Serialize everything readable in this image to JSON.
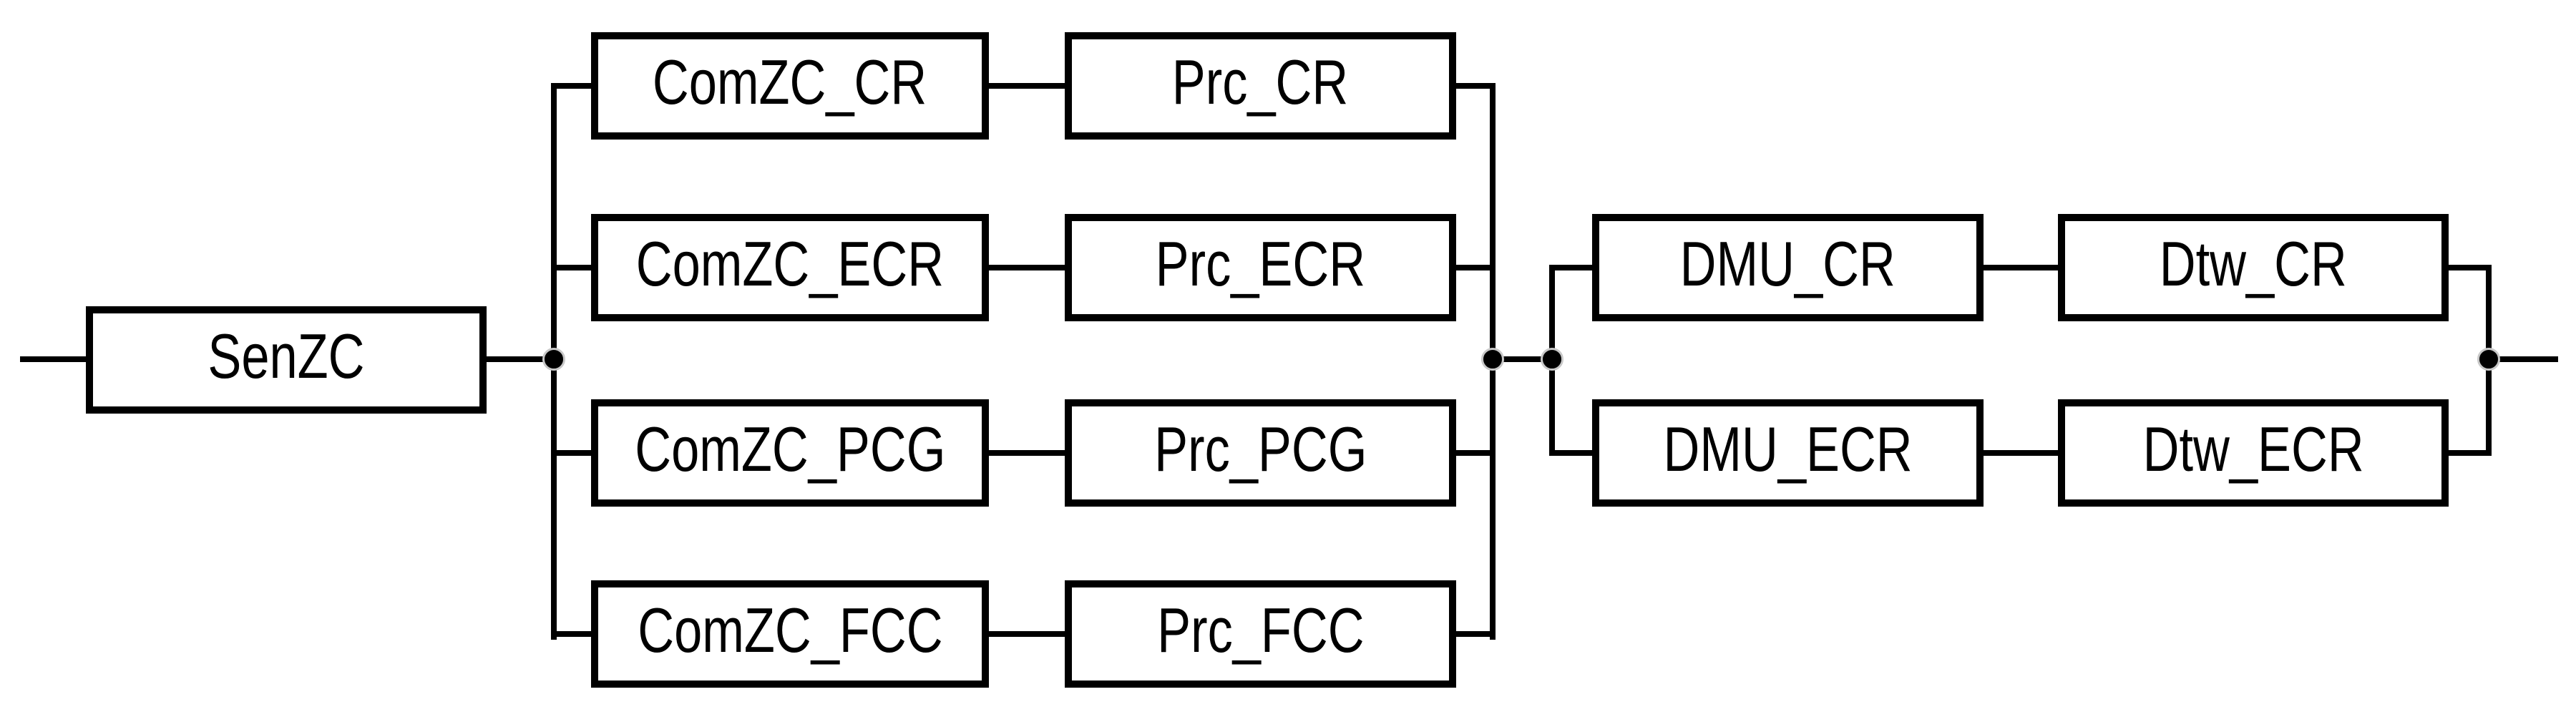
{
  "colors": {
    "background": "#ffffff",
    "stroke": "#000000",
    "junction_dot_ring": "#c8c8c8"
  },
  "source_block": {
    "label": "SenZC"
  },
  "stage_one": {
    "rows": [
      {
        "com": "ComZC_CR",
        "prc": "Prc_CR"
      },
      {
        "com": "ComZC_ECR",
        "prc": "Prc_ECR"
      },
      {
        "com": "ComZC_PCG",
        "prc": "Prc_PCG"
      },
      {
        "com": "ComZC_FCC",
        "prc": "Prc_FCC"
      }
    ]
  },
  "stage_two": {
    "rows": [
      {
        "dmu": "DMU_CR",
        "dtw": "Dtw_CR"
      },
      {
        "dmu": "DMU_ECR",
        "dtw": "Dtw_ECR"
      }
    ]
  }
}
